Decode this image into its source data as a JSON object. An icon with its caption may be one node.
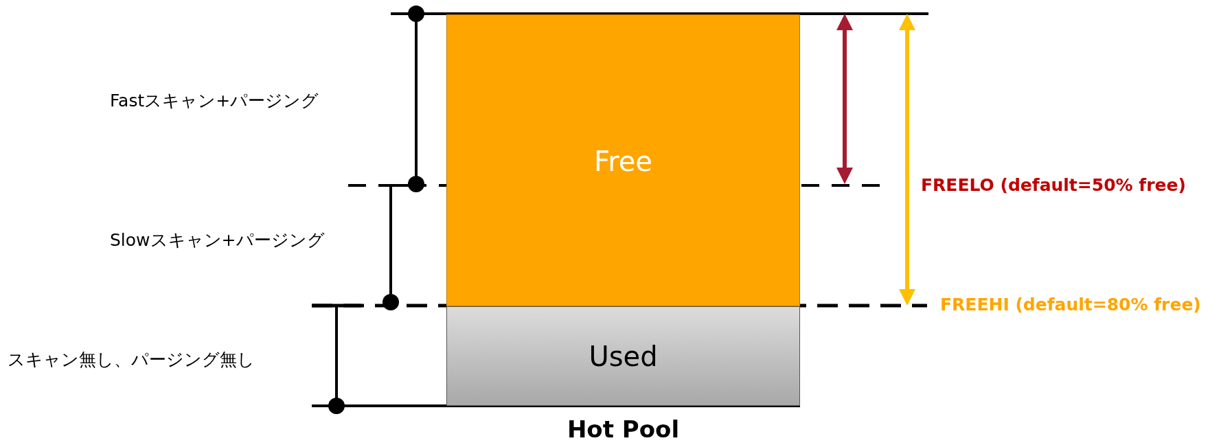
{
  "diagram": {
    "caption": "Hot Pool",
    "nodes": [
      {
        "text": [
          "Free"
        ]
      },
      {
        "text": [
          "Used"
        ]
      }
    ],
    "labels": [
      "Fastスキャン+パージング",
      "Slowスキャン+パージング",
      "スキャン無し、パージング無し",
      "FREELO (default=50% free)",
      "FREEHI (default=80% free)"
    ]
  }
}
